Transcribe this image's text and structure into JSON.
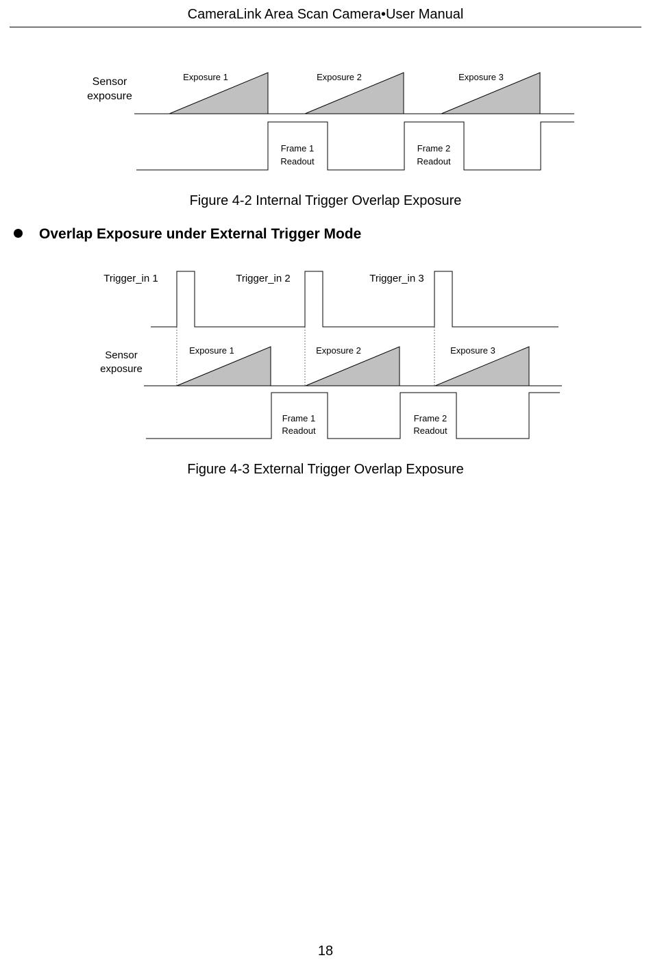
{
  "header": {
    "title": "CameraLink Area Scan Camera•User Manual"
  },
  "figure_internal": {
    "caption": "Figure 4-2 Internal Trigger Overlap Exposure",
    "sensor_label": [
      "Sensor",
      "exposure"
    ],
    "exposures": [
      "Exposure 1",
      "Exposure 2",
      "Exposure 3"
    ],
    "readouts": [
      [
        "Frame 1",
        "Readout"
      ],
      [
        "Frame 2",
        "Readout"
      ]
    ]
  },
  "section": {
    "title": "Overlap Exposure under External Trigger Mode"
  },
  "figure_external": {
    "caption": "Figure 4-3 External Trigger Overlap Exposure",
    "triggers": [
      "Trigger_in 1",
      "Trigger_in 2",
      "Trigger_in 3"
    ],
    "sensor_label": [
      "Sensor",
      "exposure"
    ],
    "exposures": [
      "Exposure 1",
      "Exposure 2",
      "Exposure 3"
    ],
    "readouts": [
      [
        "Frame 1",
        "Readout"
      ],
      [
        "Frame 2",
        "Readout"
      ]
    ]
  },
  "colors": {
    "exposure_fill": "#c0c0c0",
    "line": "#000000"
  },
  "footer": {
    "page_number": "18"
  }
}
